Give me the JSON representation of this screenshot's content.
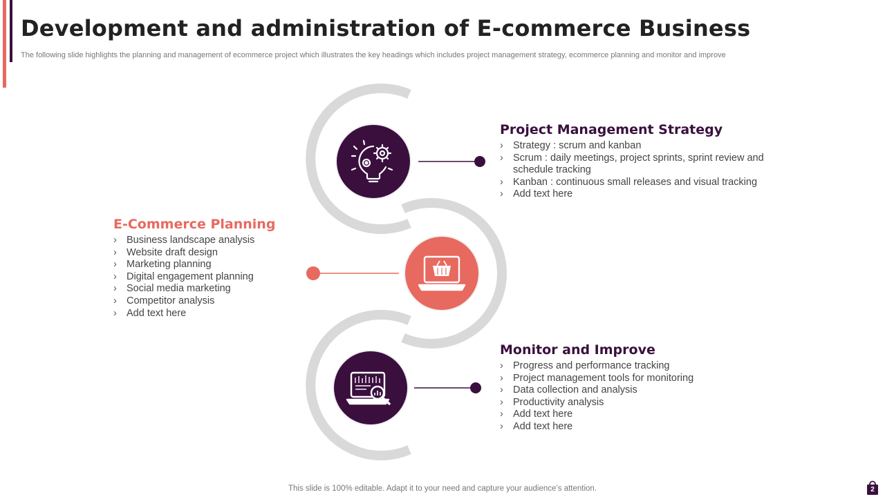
{
  "header": {
    "title": "Development and administration of E-commerce Business",
    "subtitle": "The following slide highlights the planning and management of ecommerce project which illustrates the key headings which includes project management strategy, ecommerce planning and monitor and improve"
  },
  "sections": {
    "project_management": {
      "title": "Project Management Strategy",
      "items": [
        "Strategy : scrum and kanban",
        "Scrum : daily meetings, project sprints, sprint review and schedule tracking",
        "Kanban : continuous small releases and visual tracking",
        "Add text here"
      ]
    },
    "ecommerce_planning": {
      "title": "E-Commerce Planning",
      "items": [
        "Business landscape analysis",
        "Website draft design",
        "Marketing planning",
        "Digital engagement planning",
        "Social media marketing",
        "Competitor analysis",
        "Add text here"
      ]
    },
    "monitor_improve": {
      "title": "Monitor and Improve",
      "items": [
        "Progress and performance tracking",
        "Project management tools for monitoring",
        "Data collection and analysis",
        "Productivity analysis",
        "Add text here",
        "Add text here"
      ]
    }
  },
  "icons": {
    "top": "gear-lightbulb-icon",
    "middle": "laptop-shopping-basket-icon",
    "bottom": "laptop-analytics-magnifier-icon"
  },
  "colors": {
    "primary": "#3a0f3e",
    "accent": "#e8695f",
    "ring": "#d9d9d9"
  },
  "footer": {
    "text": "This slide is 100% editable. Adapt it to your need and capture your audience’s attention.",
    "page_number": "2"
  }
}
